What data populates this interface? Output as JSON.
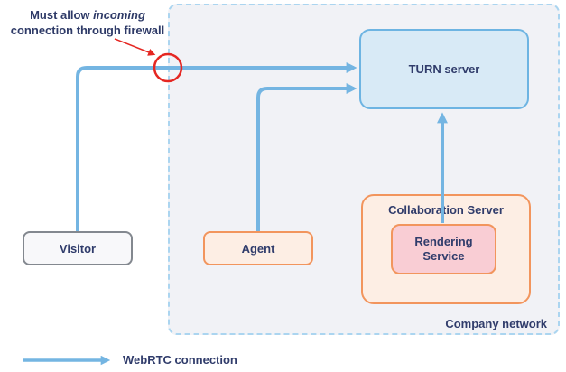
{
  "network": {
    "label": "Company network"
  },
  "nodes": {
    "turn_server": {
      "label": "TURN server"
    },
    "collaboration_server": {
      "label": "Collaboration Server"
    },
    "rendering_service": {
      "label": "Rendering Service"
    },
    "visitor": {
      "label": "Visitor"
    },
    "agent": {
      "label": "Agent"
    }
  },
  "annotation": {
    "line1_prefix": "Must allow ",
    "line1_italic": "incoming",
    "line2": "connection through firewall"
  },
  "legend": {
    "label": "WebRTC connection"
  },
  "icons": {
    "connection_arrow": "arrow-right-icon",
    "firewall_highlight": "red-circle-icon",
    "annotation_pointer": "red-arrow-icon"
  },
  "colors": {
    "connection_blue": "#74b5e2",
    "turn_fill": "#d8eaf6",
    "turn_border": "#6db4e2",
    "peach_fill": "#fdeee4",
    "orange_border": "#f2955d",
    "pink_fill": "#f9cdd4",
    "visitor_fill": "#f8f8fa",
    "visitor_border": "#83888f",
    "network_fill": "#f1f2f6",
    "network_dash": "#abd5f0",
    "text_navy": "#303c6b",
    "alert_red": "#e52722"
  }
}
